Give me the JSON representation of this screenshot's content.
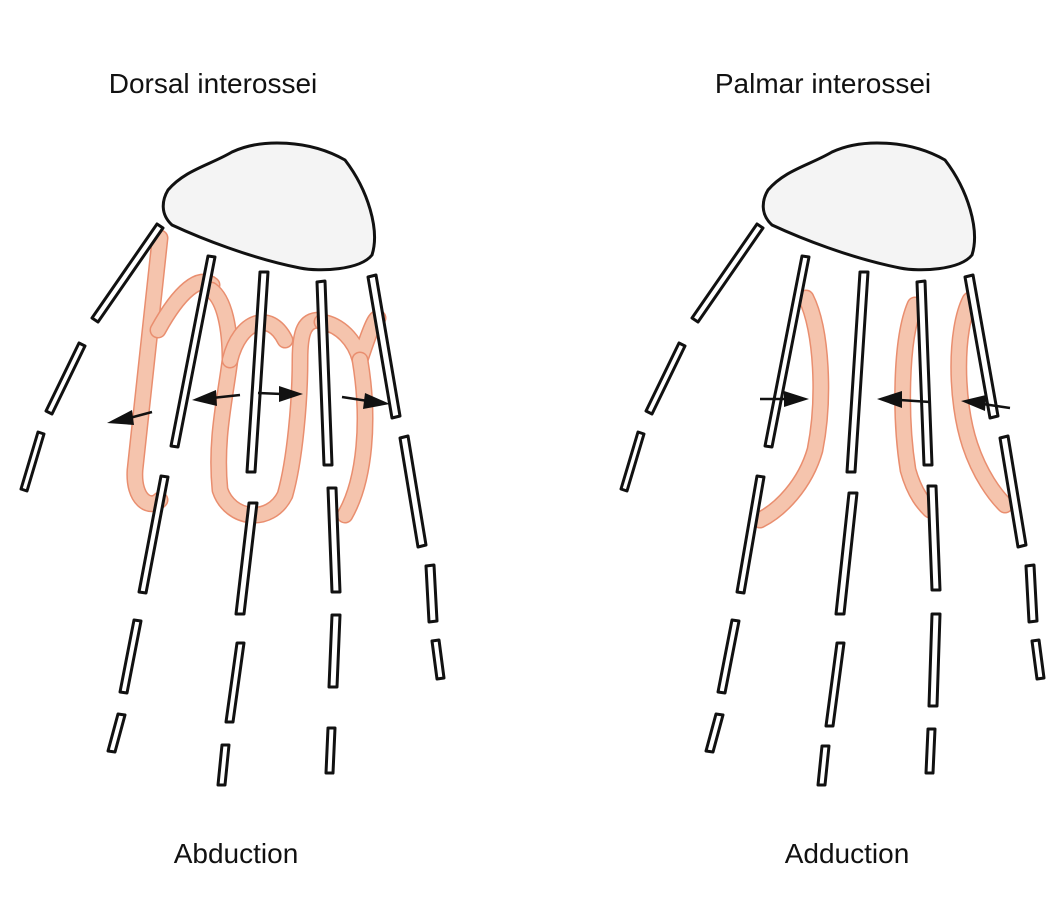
{
  "panels": {
    "left": {
      "title": "Dorsal interossei",
      "caption": "Abduction"
    },
    "right": {
      "title": "Palmar interossei",
      "caption": "Adduction"
    }
  },
  "colors": {
    "muscle_fill": "#f5c4ad",
    "muscle_edge": "#e98e6f",
    "wrist_fill": "#f4f4f4",
    "outline": "#111111"
  }
}
